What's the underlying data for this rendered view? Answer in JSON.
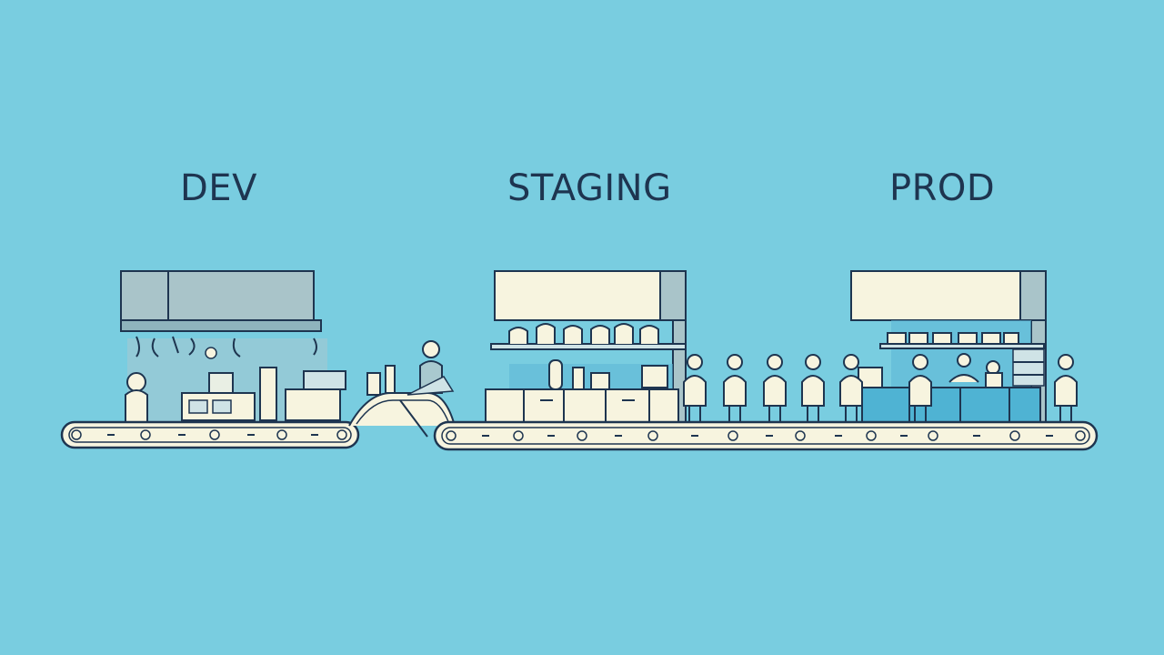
{
  "stages": [
    {
      "id": "dev",
      "label": "DEV"
    },
    {
      "id": "staging",
      "label": "STAGING"
    },
    {
      "id": "prod",
      "label": "PROD"
    }
  ],
  "colors": {
    "background": "#79cde0",
    "ink": "#1e3550",
    "cream": "#f7f4df",
    "panel_grey": "#a9c4c9",
    "counter_blue": "#4fb3d3"
  },
  "people_count_staging": 5,
  "people_count_prod": 4
}
